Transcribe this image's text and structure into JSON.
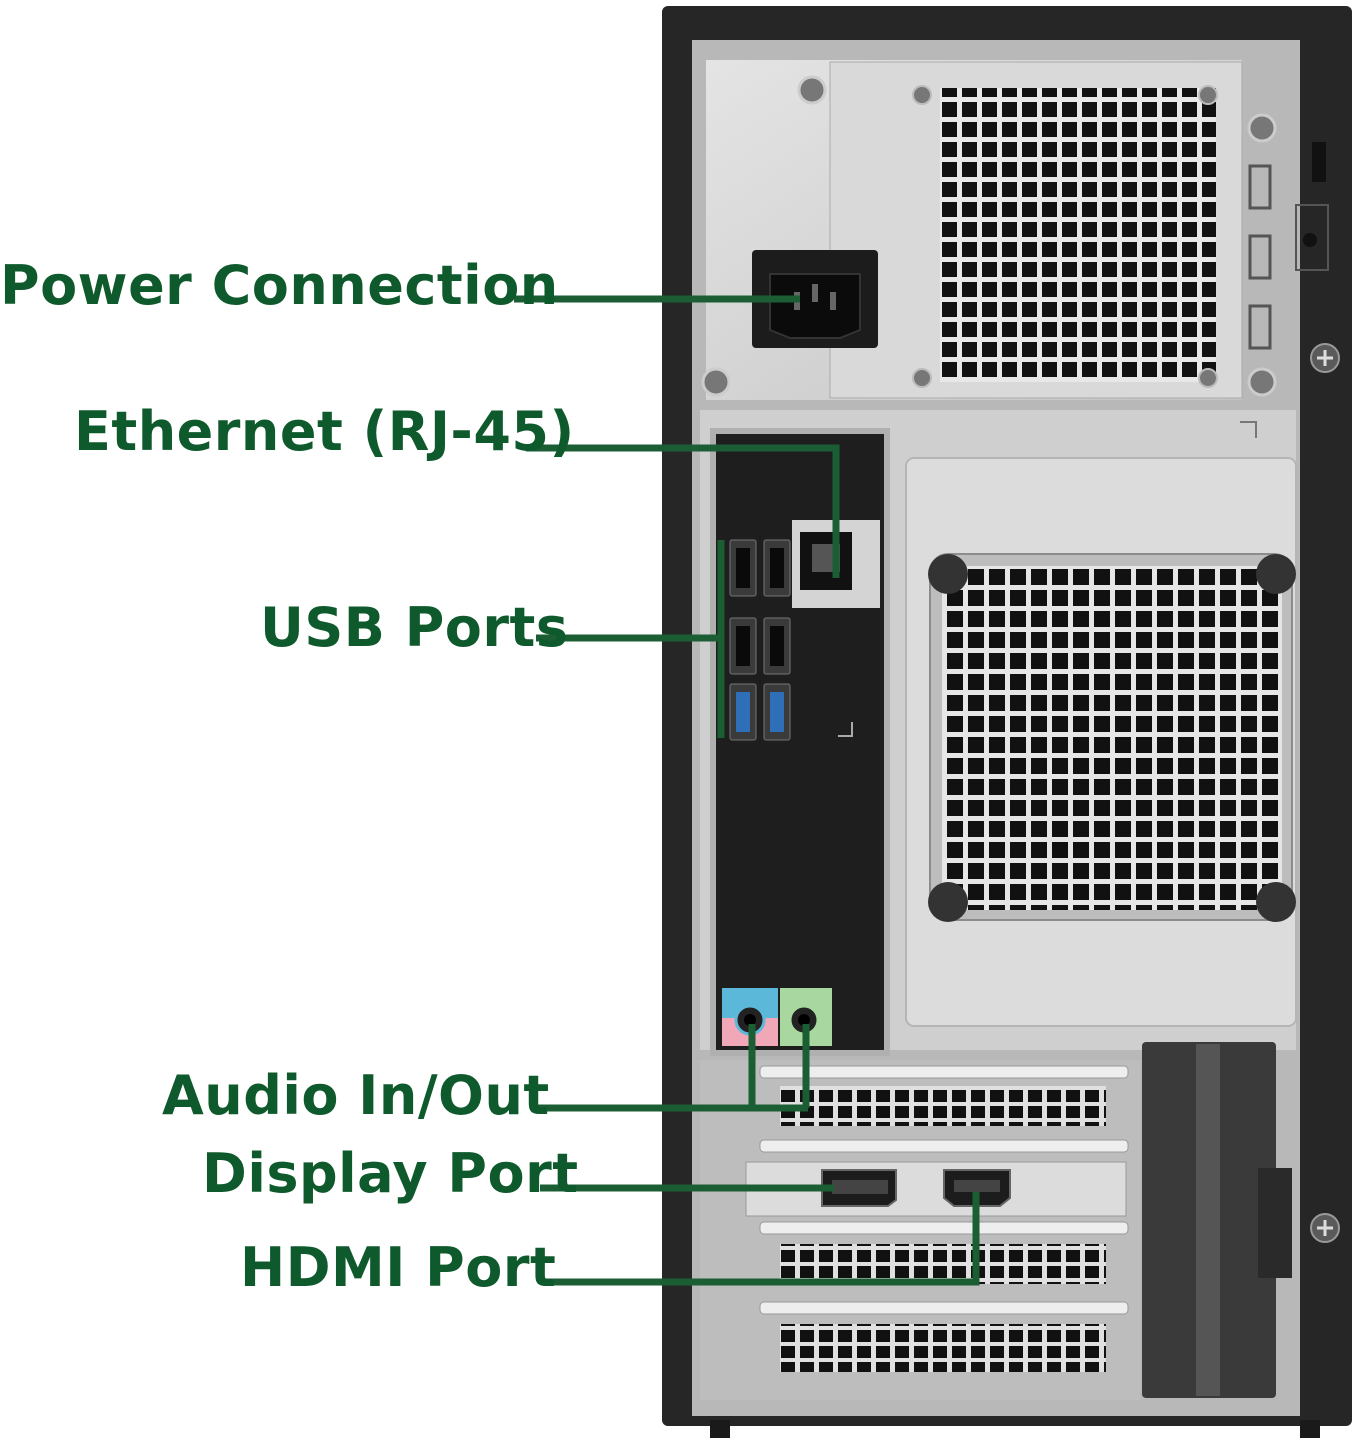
{
  "labels": {
    "power": "Power Connection",
    "ethernet": "Ethernet (RJ-45)",
    "usb": "USB Ports",
    "audio": "Audio In/Out",
    "display": "Display Port",
    "hdmi": "HDMI Port"
  },
  "colors": {
    "label_green": "#0f5a2c",
    "leader_green": "#1b5e34",
    "case_black": "#262626",
    "panel_silver": "#d6d6d6",
    "io_shield": "#1e1e1e",
    "usb3_blue": "#2f6fb8",
    "audio_blue": "#5bb8d8",
    "audio_pink": "#f0a8b8",
    "audio_green": "#a8d8a0"
  },
  "icons": [
    "power-socket-icon",
    "ethernet-port-icon",
    "usb-port-icon",
    "audio-jack-icon",
    "displayport-icon",
    "hdmi-port-icon"
  ]
}
